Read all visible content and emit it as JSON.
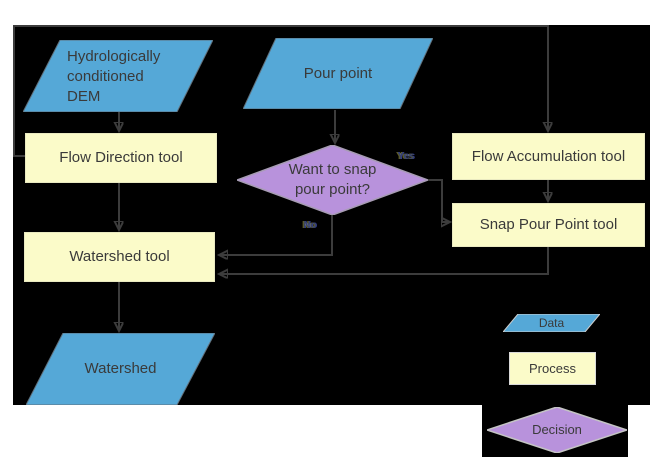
{
  "colors": {
    "canvas": "#ffffff",
    "background": "#000000",
    "data_blue": "#55a8d7",
    "process_yellow": "#fbfbc9",
    "decision_purple": "#b892dc",
    "connector": "#3c3c3c",
    "text": "#3a3a3a",
    "edge_label_text": "#3c4660"
  },
  "nodes": {
    "dem": {
      "label": "Hydrologically conditioned DEM",
      "type": "data"
    },
    "pour_point": {
      "label": "Pour point",
      "type": "data"
    },
    "flow_direction": {
      "label": "Flow Direction tool",
      "type": "process"
    },
    "flow_accumulation": {
      "label": "Flow Accumulation tool",
      "type": "process"
    },
    "snap_pour_point": {
      "label": "Snap Pour Point tool",
      "type": "process"
    },
    "decision": {
      "label": "Want to snap pour point?",
      "type": "decision"
    },
    "watershed_tool": {
      "label": "Watershed tool",
      "type": "process"
    },
    "watershed": {
      "label": "Watershed",
      "type": "data"
    }
  },
  "edge_labels": {
    "yes": "Yes",
    "no": "No"
  },
  "legend": {
    "data_label": "Data",
    "process_label": "Process",
    "decision_label": "Decision"
  }
}
